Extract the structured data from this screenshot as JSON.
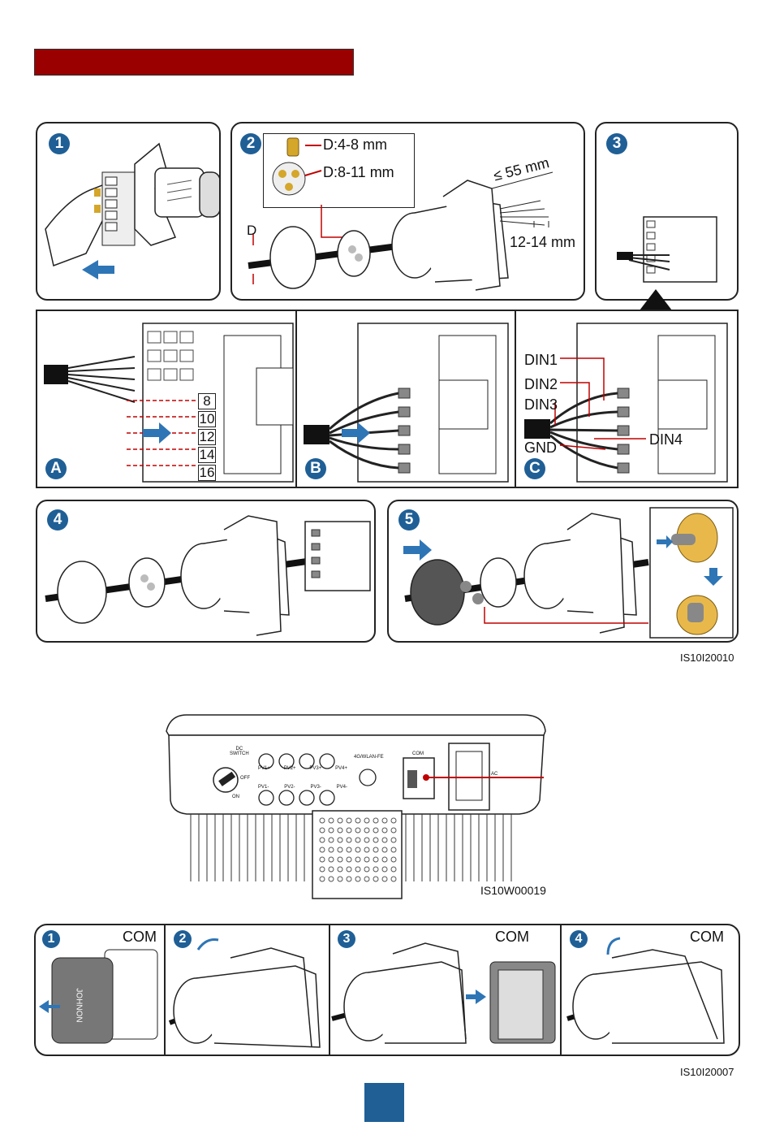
{
  "steps_top": {
    "s1": "1",
    "s2": "2",
    "s3": "3",
    "s4": "4",
    "s5": "5",
    "sA": "A",
    "sB": "B",
    "sC": "C"
  },
  "dims": {
    "d_small": "D:4-8 mm",
    "d_large": "D:8-11 mm",
    "strip_len": "≤ 55 mm",
    "strip_end": "12-14 mm",
    "d_label": "D"
  },
  "terminals": [
    "8",
    "10",
    "12",
    "14",
    "16"
  ],
  "pin_labels": {
    "din1": "DIN1",
    "din2": "DIN2",
    "din3": "DIN3",
    "din4": "DIN4",
    "gnd": "GND"
  },
  "figure_codes": {
    "fig1": "IS10I20010",
    "fig2": "IS10W00019",
    "fig3": "IS10I20007"
  },
  "inverter": {
    "dc_switch": "DC\nSWITCH",
    "off": "OFF",
    "on": "ON",
    "comm": "4G/WLAN-FE",
    "com": "COM",
    "ac": "AC",
    "pv_top": [
      "PV1+",
      "PV2+",
      "PV3+",
      "PV4+"
    ],
    "pv_bot": [
      "PV1-",
      "PV2-",
      "PV3-",
      "PV4-"
    ]
  },
  "bottom_steps": {
    "b1": "1",
    "b2": "2",
    "b3": "3",
    "b4": "4",
    "com1": "COM",
    "com3": "COM",
    "com4": "COM",
    "cap_text": "JOHNON"
  },
  "colors": {
    "title_bar": "#9b0000",
    "step_blue": "#1f5f96",
    "arrow_blue": "#2e75b6",
    "red_line": "#c00000"
  }
}
